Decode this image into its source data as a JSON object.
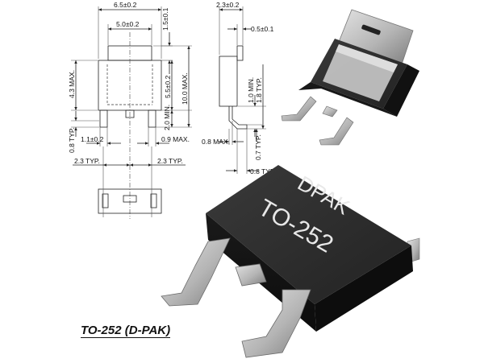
{
  "front_view": {
    "width_overall": "6.5±0.2",
    "tab_width": "5.0±0.2",
    "tab_height": "1.5±0.1",
    "body_height": "5.5±0.2",
    "total_height": "10.0 MAX.",
    "top_height": "4.3 MAX.",
    "lead_length": "2.0 MIN.",
    "lead_thickness_left": "0.8 TYP.",
    "lead_width": "1.1±0.2",
    "lead_gap": "0.9 MAX.",
    "pitch_left": "2.3 TYP.",
    "pitch_right": "2.3 TYP."
  },
  "side_view": {
    "thickness": "2.3±0.2",
    "tab_thickness": "0.5±0.1",
    "lead_min": "1.0 MIN.",
    "lead_typ": "1.8 TYP.",
    "lead_thickness": "0.8 MAX.",
    "lead_bend": "0.7 TYP.",
    "foot_length": "0.8 TYP."
  },
  "package_marking": {
    "line1": "DPAK",
    "line2": "TO-252"
  },
  "caption": "TO-252 (D-PAK)",
  "colors": {
    "body_dark": "#1c1c1c",
    "body_top": "#2e2e2e",
    "metal": "#b9b9b9",
    "metal_dark": "#8a8a8a",
    "marking": "#e8e8e8"
  }
}
